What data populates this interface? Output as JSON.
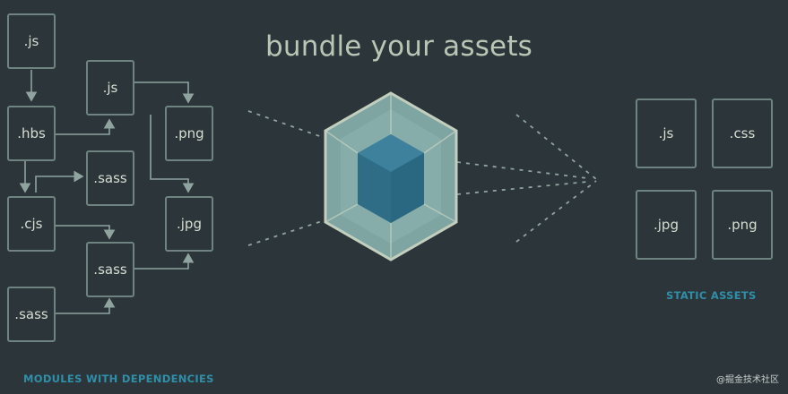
{
  "title": "bundle your assets",
  "modules": {
    "caption": "MODULES WITH DEPENDENCIES",
    "items": [
      ".js",
      ".js",
      ".hbs",
      ".png",
      ".sass",
      ".cjs",
      ".jpg",
      ".sass",
      ".sass"
    ]
  },
  "static_assets": {
    "caption": "STATIC ASSETS",
    "items": [
      ".js",
      ".css",
      ".jpg",
      ".png"
    ]
  },
  "watermark": "@掘金技术社区",
  "icons": [
    "webpack-cube-icon"
  ],
  "colors": {
    "background": "#2c3539",
    "box_border": "#6f8480",
    "caption": "#2f8fa8",
    "cube_outer": "#7fa5a3",
    "cube_inner": "#2f6d87"
  }
}
